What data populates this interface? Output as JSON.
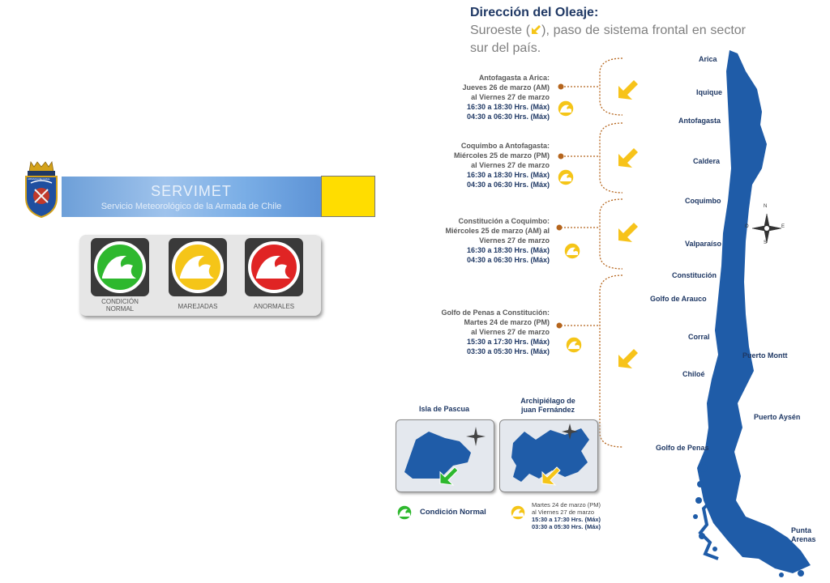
{
  "header": {
    "crest_text": "ARMADA DE CHILE",
    "title": "SERVIMET",
    "subtitle": "Servicio Meteorológico de la Armada de Chile"
  },
  "legend": {
    "items": [
      {
        "label": "CONDICIÓN\nNORMAL",
        "color": "#2eb82e",
        "icon": "wave-icon-green"
      },
      {
        "label": "MAREJADAS",
        "color": "#f5c518",
        "icon": "wave-icon-yellow"
      },
      {
        "label": "ANORMALES",
        "color": "#e02424",
        "icon": "wave-icon-red"
      }
    ]
  },
  "direction": {
    "title": "Dirección del Oleaje:",
    "text_before": "Suroeste (",
    "text_after": "), paso de sistema frontal en sector sur del país."
  },
  "sectors": [
    {
      "lines": [
        "Antofagasta  a Arica:",
        "Jueves 26 de marzo (AM)",
        "al Viernes 27 de marzo"
      ],
      "times": [
        "16:30  a 18:30  Hrs. (Máx)",
        "04:30  a 06:30  Hrs. (Máx)"
      ]
    },
    {
      "lines": [
        "Coquimbo  a Antofagasta:",
        "Miércoles 25 de marzo (PM)",
        "al Viernes 27 de marzo"
      ],
      "times": [
        "16:30  a 18:30  Hrs. (Máx)",
        "04:30  a 06:30  Hrs. (Máx)"
      ]
    },
    {
      "lines": [
        "Constitución  a Coquimbo:",
        "Miércoles 25 de marzo (AM) al",
        "Viernes 27 de marzo"
      ],
      "times": [
        "16:30  a 18:30  Hrs. (Máx)",
        "04:30  a 06:30  Hrs. (Máx)"
      ]
    },
    {
      "lines": [
        "Golfo de Penas a Constitución:",
        "Martes 24 de marzo (PM)",
        "al Viernes 27 de marzo"
      ],
      "times": [
        "15:30  a 17:30  Hrs. (Máx)",
        "03:30  a 05:30  Hrs. (Máx)"
      ]
    }
  ],
  "cities": [
    "Arica",
    "Iquique",
    "Antofagasta",
    "Caldera",
    "Coquimbo",
    "Valparaíso",
    "Constitución",
    "Golfo de Arauco",
    "Corral",
    "Puerto Montt",
    "Chiloé",
    "Puerto Aysén",
    "Golfo de Penas",
    "Punta\nArenas"
  ],
  "compass": {
    "n": "N",
    "s": "S",
    "e": "E",
    "o": "O"
  },
  "islands": [
    {
      "title": "Isla de Pascua",
      "arrow_color": "#2eb82e"
    },
    {
      "title": "Archipiélago de\njuan Fernández",
      "arrow_color": "#f5c518"
    }
  ],
  "island_legend": {
    "normal_label": "Condición Normal",
    "swell_lines": [
      "Martes 24 de marzo (PM)",
      "al Viernes 27 de marzo"
    ],
    "swell_times": [
      "15:30  a 17:30  Hrs. (Máx)",
      "03:30  a 05:30  Hrs. (Máx)"
    ]
  },
  "colors": {
    "navy": "#1f3864",
    "map": "#1f5ca8",
    "yellow": "#f5c518",
    "arrow": "#f7c31a",
    "dot": "#b5651d"
  }
}
